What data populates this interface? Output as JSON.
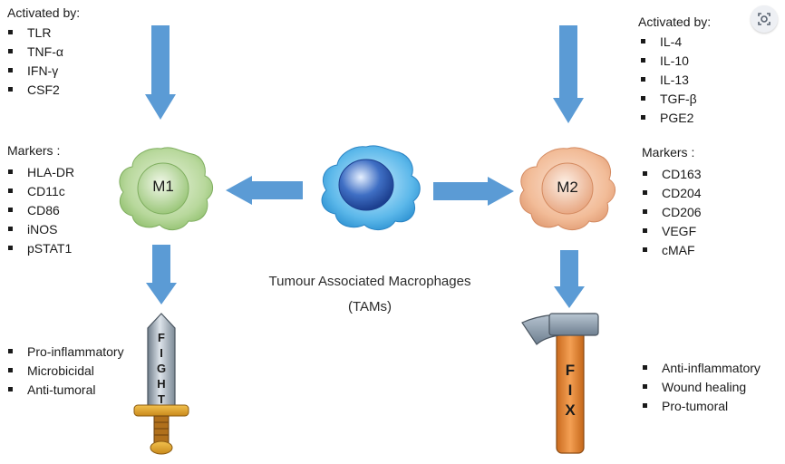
{
  "left": {
    "activated_title": "Activated by:",
    "activators": [
      "TLR",
      "TNF-α",
      "IFN-γ",
      "CSF2"
    ],
    "markers_title": "Markers :",
    "markers": [
      "HLA-DR",
      "CD11c",
      "CD86",
      "iNOS",
      "pSTAT1"
    ],
    "cell_label": "M1",
    "functions": [
      "Pro-inflammatory",
      "Microbicidal",
      "Anti-tumoral"
    ],
    "tool_letters": [
      "F",
      "I",
      "G",
      "H",
      "T"
    ]
  },
  "right": {
    "activated_title": "Activated by:",
    "activators": [
      "IL-4",
      "IL-10",
      "IL-13",
      "TGF-β",
      "PGE2"
    ],
    "markers_title": "Markers :",
    "markers": [
      "CD163",
      "CD204",
      "CD206",
      "VEGF",
      "cMAF"
    ],
    "cell_label": "M2",
    "functions": [
      "Anti-inflammatory",
      "Wound healing",
      "Pro-tumoral"
    ],
    "tool_letters": [
      "F",
      "I",
      "X"
    ]
  },
  "center": {
    "title": "Tumour Associated Macrophages",
    "abbr": "(TAMs)"
  },
  "colors": {
    "arrow": "#5b9bd5",
    "m1_cell": "#a9d18e",
    "m2_cell": "#f4b183",
    "tam_cell": "#4aa8e0"
  },
  "icons": {
    "scan_button": "visual-search-icon"
  }
}
